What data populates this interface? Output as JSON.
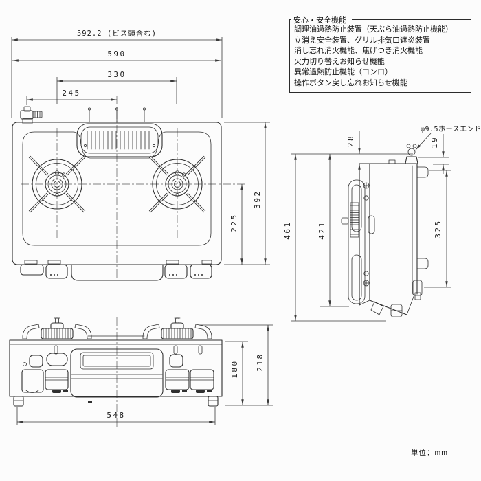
{
  "page": {
    "unit_label": "単位：mm"
  },
  "safety_box": {
    "title": "安心・安全機能",
    "lines": [
      "調理油過熱防止装置（天ぷら油過熱防止機能）",
      "立消え安全装置、グリル排気口遮炎装置",
      "消し忘れ消火機能、焦げつき消火機能",
      "火力切り替えお知らせ機能",
      "異常過熱防止機能（コンロ）",
      "操作ボタン戻し忘れお知らせ機能"
    ]
  },
  "top_view": {
    "dims": {
      "overall_width_with_screws": "592.2 (ビス頭含む)",
      "body_width": "590",
      "burner_pitch": "330",
      "hose_to_center": "245",
      "body_depth": "392",
      "burner_center_from_front": "225"
    }
  },
  "side_view": {
    "hose_end_label": "φ9.5ホースエンド",
    "dims": {
      "hose_above_top": "28",
      "back_edge_height": "19",
      "mount_hole_pitch": "325",
      "height_to_leg": "421",
      "overall_height": "461"
    }
  },
  "front_view": {
    "dims": {
      "leg_outer_width": "548",
      "body_height": "180",
      "overall_height": "218"
    }
  }
}
